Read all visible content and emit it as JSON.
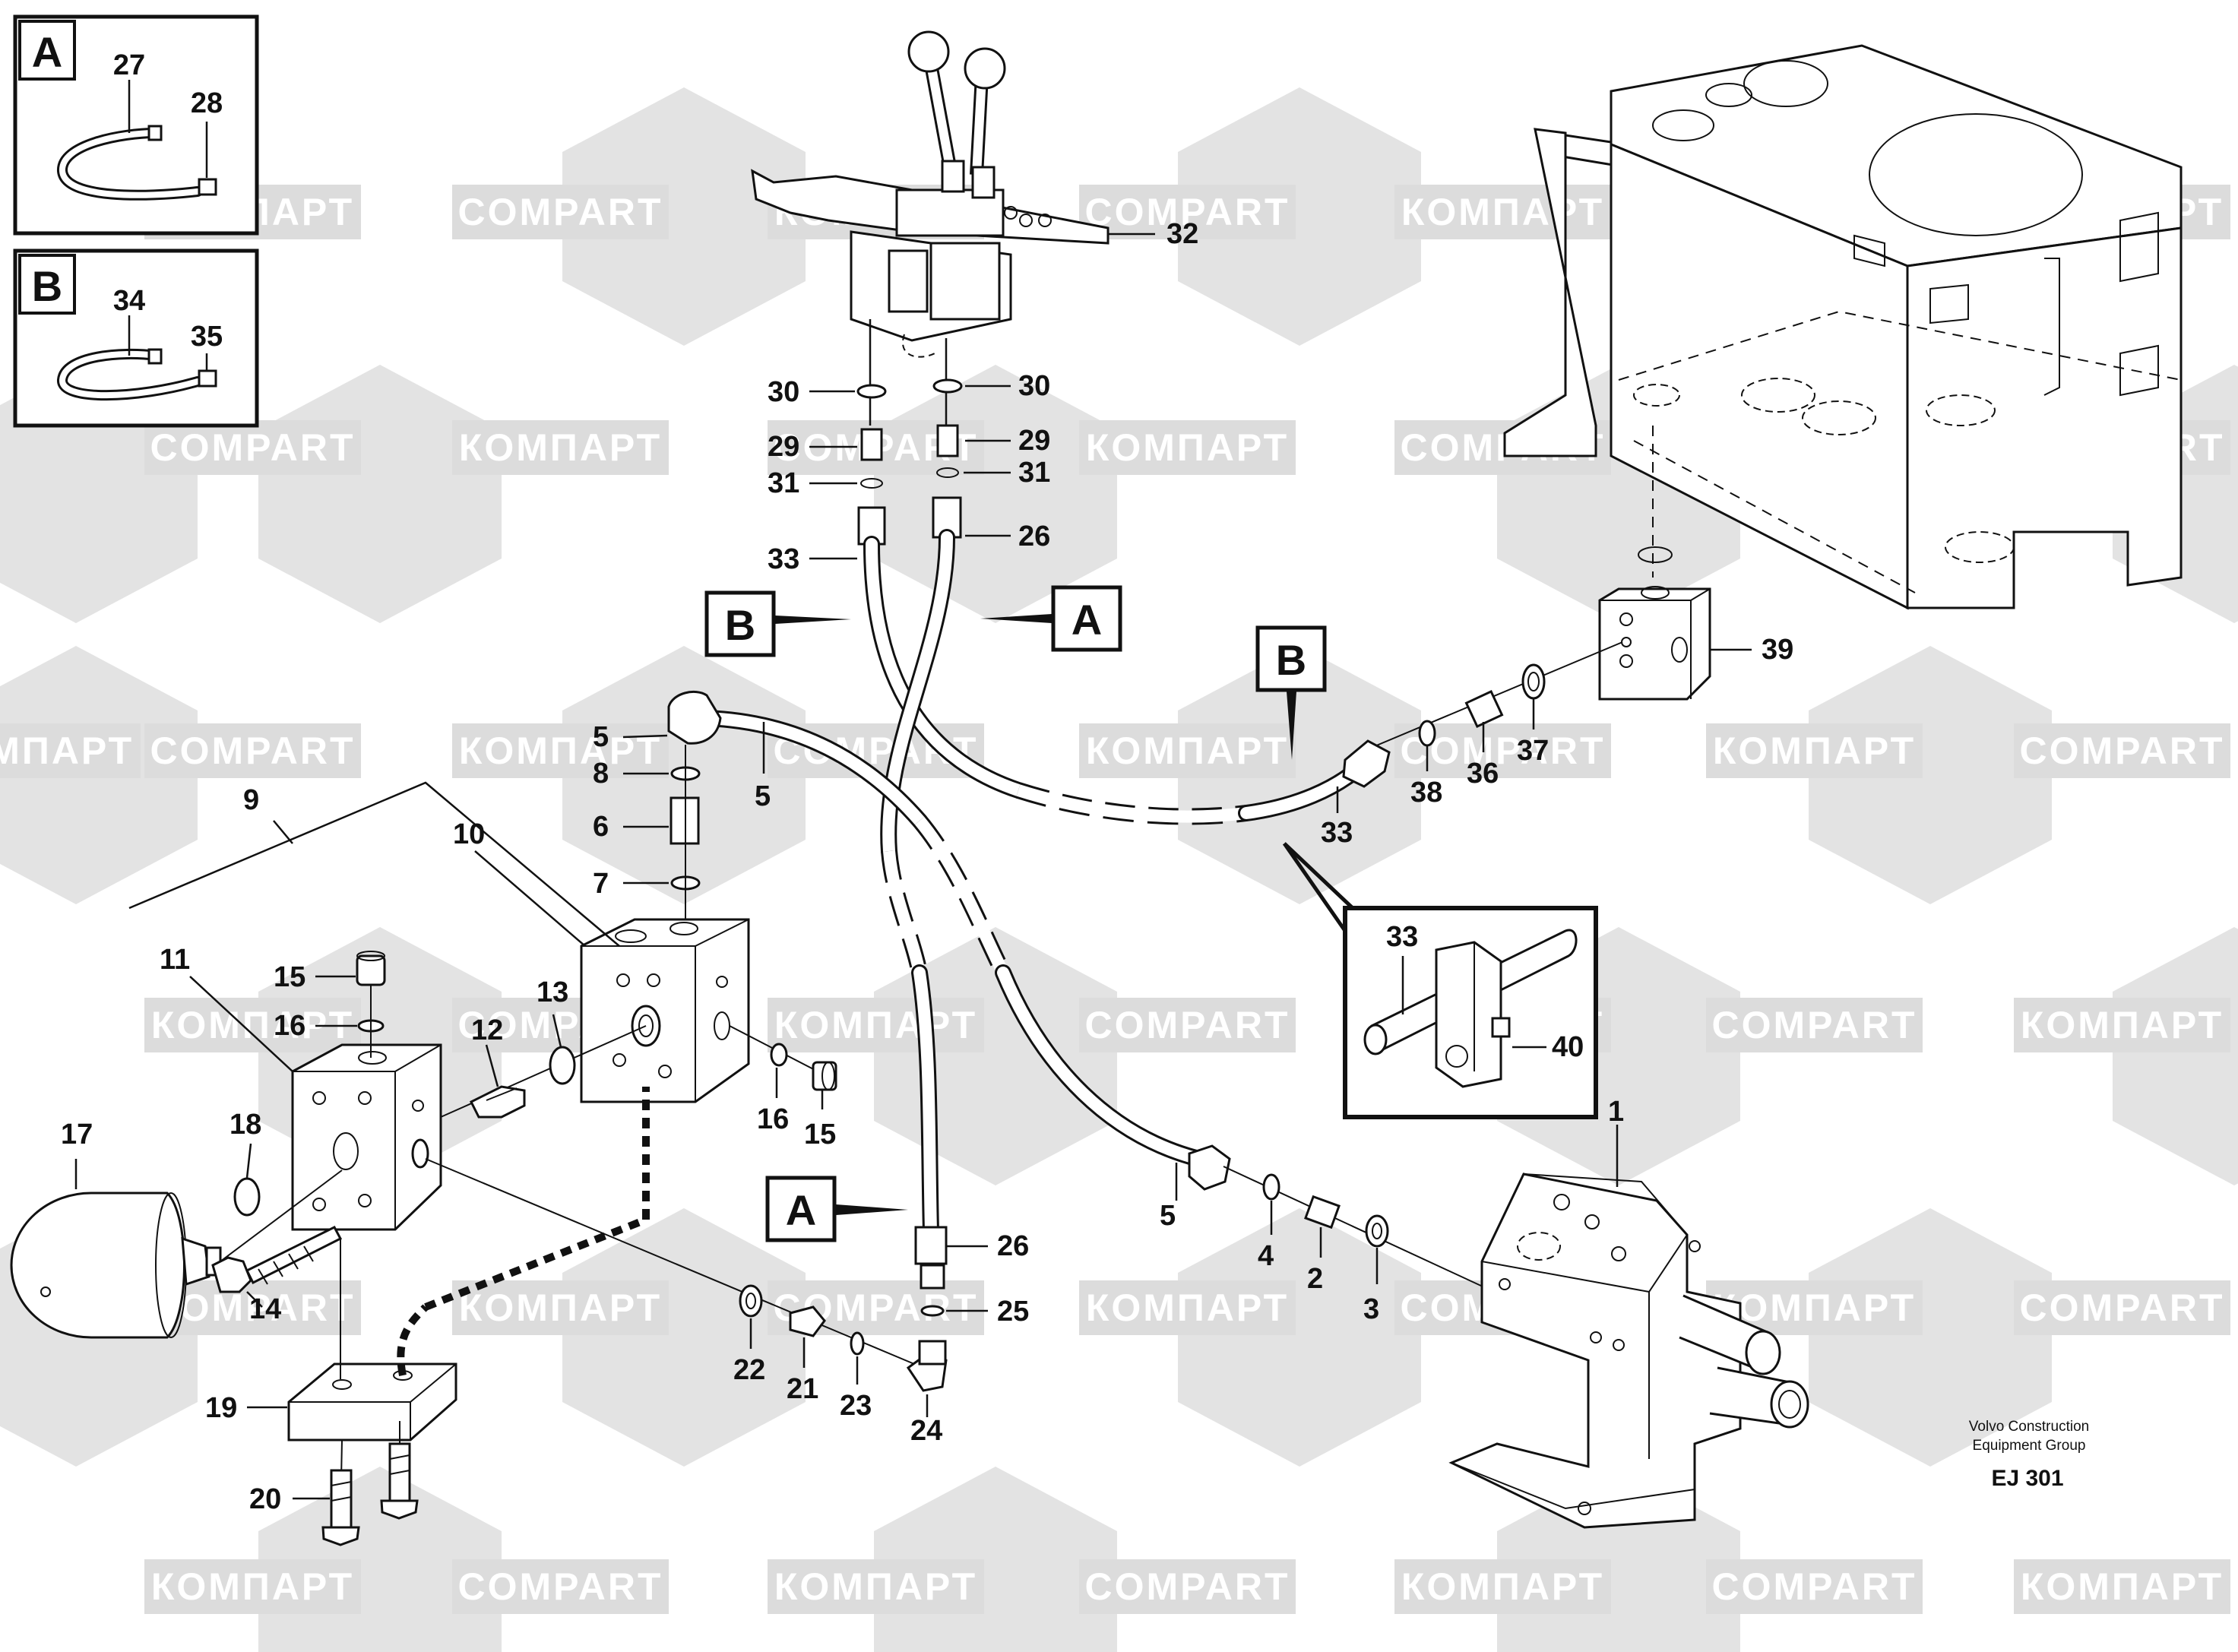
{
  "inset_a": {
    "letter": "A",
    "labels": [
      "27",
      "28"
    ]
  },
  "inset_b": {
    "letter": "B",
    "labels": [
      "34",
      "35"
    ]
  },
  "ref_markers": [
    "B",
    "A",
    "B",
    "A"
  ],
  "detail": {
    "labels": [
      "33",
      "40"
    ]
  },
  "callouts": {
    "c32": "32",
    "c30a": "30",
    "c30b": "30",
    "c29a": "29",
    "c29b": "29",
    "c31a": "31",
    "c31b": "31",
    "c33a": "33",
    "c26a": "26",
    "c5a": "5",
    "c5b": "5",
    "c8": "8",
    "c6": "6",
    "c7": "7",
    "c9": "9",
    "c10": "10",
    "c11": "11",
    "c15a": "15",
    "c16a": "16",
    "c12": "12",
    "c13": "13",
    "c16b": "16",
    "c15b": "15",
    "c17": "17",
    "c18": "18",
    "c14": "14",
    "c19": "19",
    "c20": "20",
    "c22": "22",
    "c21": "21",
    "c23": "23",
    "c24": "24",
    "c25": "25",
    "c26b": "26",
    "c5c": "5",
    "c4": "4",
    "c2": "2",
    "c3": "3",
    "c1": "1",
    "c33b": "33",
    "c38": "38",
    "c36": "36",
    "c37": "37",
    "c39": "39"
  },
  "credit": {
    "line1": "Volvo Construction",
    "line2": "Equipment Group",
    "code": "EJ 301"
  },
  "watermark": {
    "cyrillic": "КОМПАРТ",
    "latin": "COMPART"
  }
}
